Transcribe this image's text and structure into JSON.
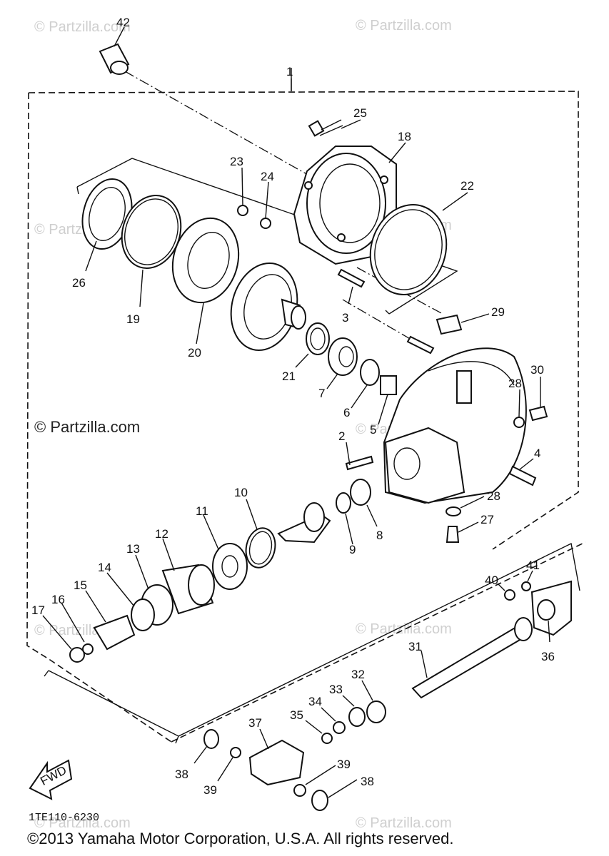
{
  "diagram": {
    "drawing_code": "1TE110-6230",
    "fwd_label": "FWD",
    "copyright": "©2013 Yamaha Motor Corporation, U.S.A. All rights reserved.",
    "watermark": "© Partzilla.com",
    "watermark_prominent": "© Partzilla.com",
    "callouts": [
      "1",
      "2",
      "3",
      "4",
      "5",
      "6",
      "7",
      "8",
      "9",
      "10",
      "11",
      "12",
      "13",
      "14",
      "15",
      "16",
      "17",
      "18",
      "19",
      "20",
      "21",
      "22",
      "23",
      "24",
      "25",
      "26",
      "27",
      "28",
      "28",
      "29",
      "30",
      "31",
      "32",
      "33",
      "34",
      "35",
      "36",
      "37",
      "38",
      "38",
      "39",
      "39",
      "40",
      "41",
      "42"
    ]
  }
}
